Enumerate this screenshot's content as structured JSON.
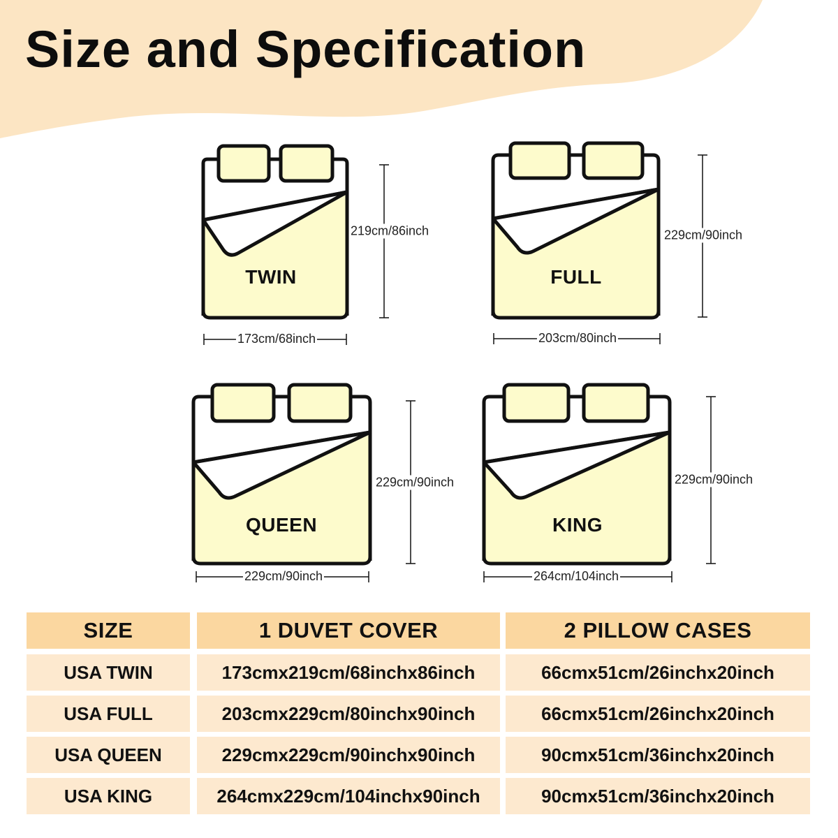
{
  "title": "Size and Specification",
  "colors": {
    "header_wave": "#fce5c3",
    "bed_fill": "#fdfbcc",
    "outline": "#111111",
    "table_header": "#fbd7a0",
    "table_row": "#fde9cf"
  },
  "beds": [
    {
      "label": "TWIN",
      "width_text": "173cm/68inch",
      "height_text": "219cm/86inch"
    },
    {
      "label": "FULL",
      "width_text": "203cm/80inch",
      "height_text": "229cm/90inch"
    },
    {
      "label": "QUEEN",
      "width_text": "229cm/90inch",
      "height_text": "229cm/90inch"
    },
    {
      "label": "KING",
      "width_text": "264cm/104inch",
      "height_text": "229cm/90inch"
    }
  ],
  "table": {
    "headers": [
      "SIZE",
      "1 DUVET COVER",
      "2 PILLOW CASES"
    ],
    "rows": [
      [
        "USA TWIN",
        "173cmx219cm/68inchx86inch",
        "66cmx51cm/26inchx20inch"
      ],
      [
        "USA FULL",
        "203cmx229cm/80inchx90inch",
        "66cmx51cm/26inchx20inch"
      ],
      [
        "USA QUEEN",
        "229cmx229cm/90inchx90inch",
        "90cmx51cm/36inchx20inch"
      ],
      [
        "USA KING",
        "264cmx229cm/104inchx90inch",
        "90cmx51cm/36inchx20inch"
      ]
    ]
  }
}
